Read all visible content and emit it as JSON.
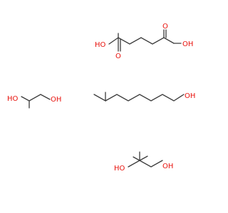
{
  "labels": {
    "adipic_oh_left": "HO",
    "adipic_o_left": "O",
    "adipic_o_right": "O",
    "adipic_oh_right": "OH",
    "propanediol_oh_left": "HO",
    "propanediol_oh_right": "OH",
    "isodecanol_oh": "OH",
    "neopentyl_oh_left": "HO",
    "neopentyl_oh_right": "OH"
  },
  "colors": {
    "bond": "#3a3a3a",
    "heteroatom": "#e8120c",
    "background": "#ffffff"
  }
}
